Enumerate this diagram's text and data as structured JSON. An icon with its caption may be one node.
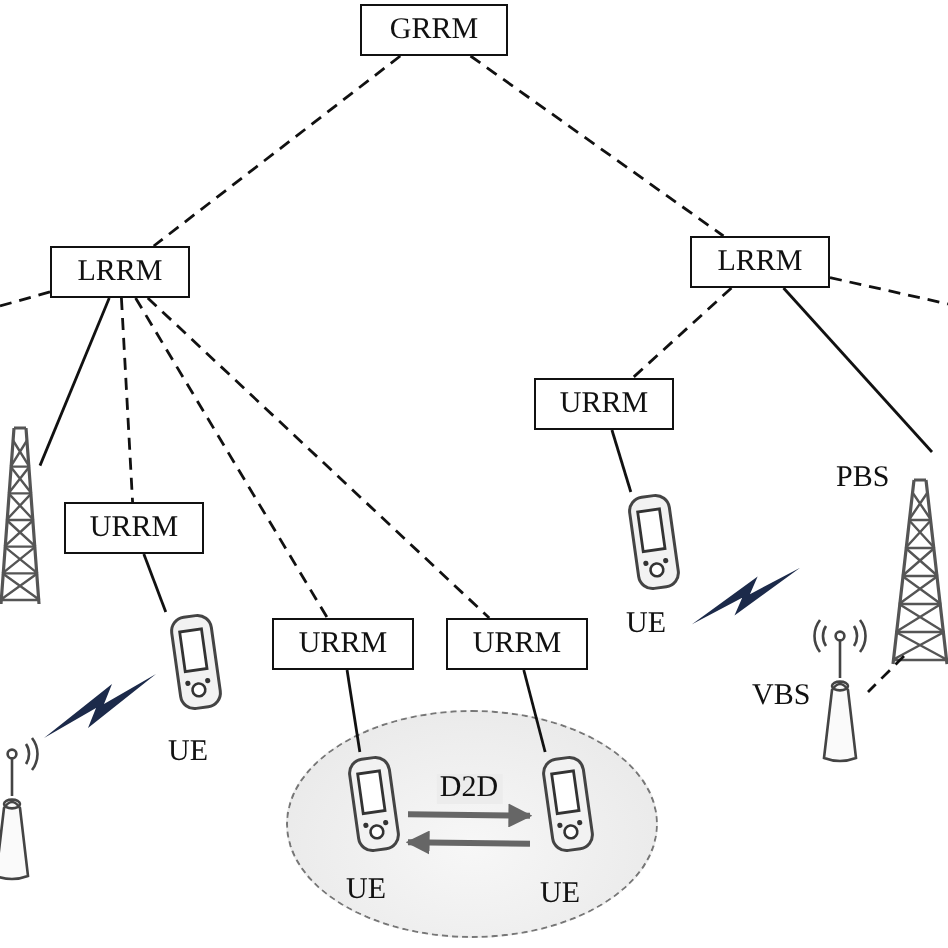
{
  "diagram": {
    "nodes": [
      {
        "text": [
          "GRRM"
        ]
      },
      {
        "text": [
          "LRRM"
        ]
      },
      {
        "text": [
          "LRRM"
        ]
      },
      {
        "text": [
          "URRM"
        ]
      },
      {
        "text": [
          "URRM"
        ]
      },
      {
        "text": [
          "URRM"
        ]
      },
      {
        "text": [
          "URRM"
        ]
      },
      {
        "text": [],
        "shape": "tower"
      },
      {
        "text": [
          "UE"
        ]
      },
      {
        "text": [],
        "shape": "antenna"
      },
      {
        "text": [
          "UE"
        ]
      },
      {
        "text": [
          "PBS"
        ]
      },
      {
        "text": [
          "VBS"
        ]
      },
      {
        "text": [],
        "shape": "ellipse"
      },
      {
        "text": [
          "UE"
        ],
        "in": 13
      },
      {
        "text": [
          "UE"
        ],
        "in": 13
      }
    ],
    "edges": [
      {
        "from": 0,
        "to": 1,
        "arrow": "none",
        "style": "dashed"
      },
      {
        "from": 0,
        "to": 2,
        "arrow": "none",
        "style": "dashed"
      },
      {
        "from": 1,
        "to": null,
        "arrow": "none",
        "style": "dashed"
      },
      {
        "from": 2,
        "to": null,
        "arrow": "none",
        "style": "dashed"
      },
      {
        "from": 1,
        "to": 7,
        "arrow": "none"
      },
      {
        "from": 1,
        "to": 3,
        "arrow": "none",
        "style": "dashed"
      },
      {
        "from": 1,
        "to": 5,
        "arrow": "none",
        "style": "dashed"
      },
      {
        "from": 1,
        "to": 6,
        "arrow": "none",
        "style": "dashed"
      },
      {
        "from": 2,
        "to": 4,
        "arrow": "none",
        "style": "dashed"
      },
      {
        "from": 2,
        "to": 11,
        "arrow": "none"
      },
      {
        "from": 3,
        "to": 8,
        "arrow": "none"
      },
      {
        "from": 4,
        "to": 10,
        "arrow": "none"
      },
      {
        "from": 5,
        "to": 14,
        "arrow": "none"
      },
      {
        "from": 6,
        "to": 15,
        "arrow": "none"
      },
      {
        "from": 11,
        "to": 12,
        "arrow": "none",
        "style": "dashed"
      },
      {
        "from": 14,
        "to": 15,
        "arrow": "to",
        "label": "D2D",
        "style": "thick",
        "color": "#666666"
      },
      {
        "from": 15,
        "to": 14,
        "arrow": "to",
        "style": "thick",
        "color": "#666666"
      }
    ]
  }
}
